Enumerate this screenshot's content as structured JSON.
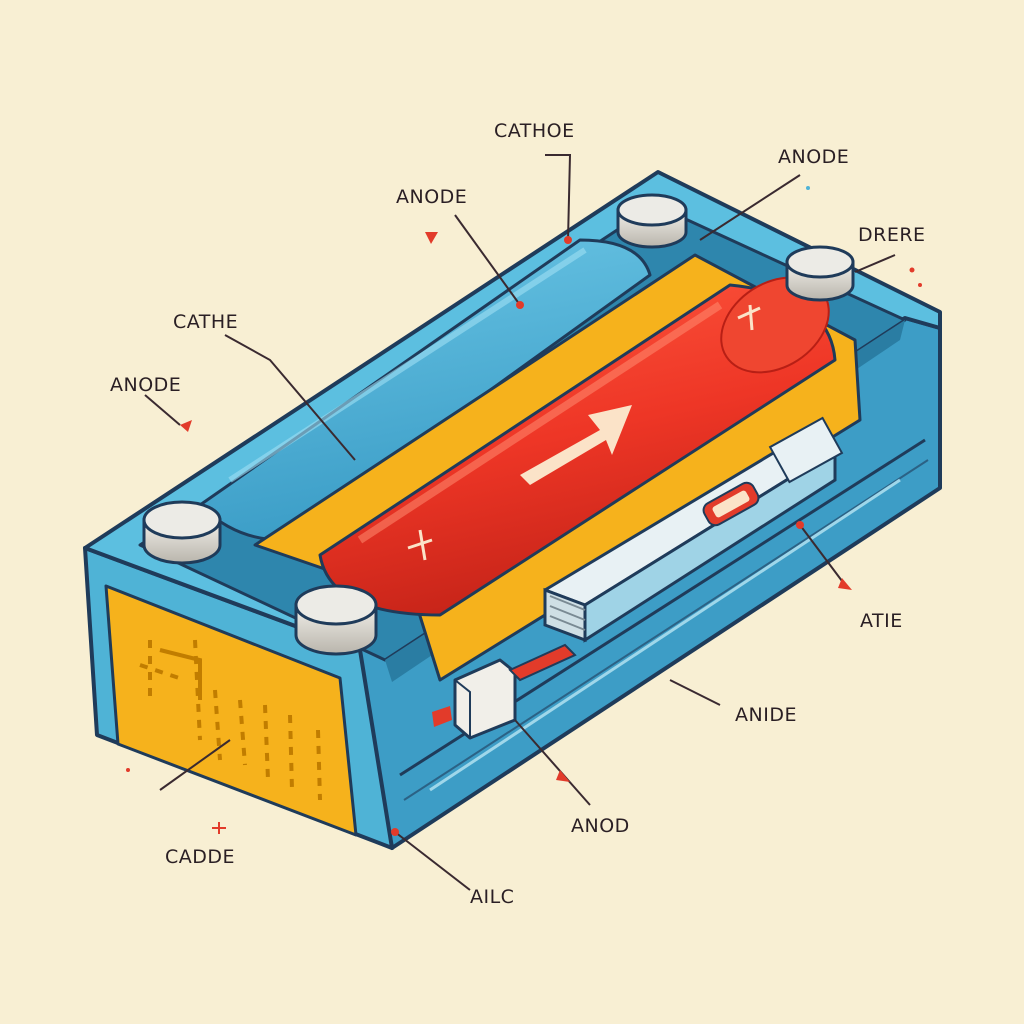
{
  "labels": {
    "cathoe_top": "CATHOE",
    "anode_top_right": "ANODE",
    "anode_top_left": "ANODE",
    "drere": "DRERE",
    "cathe": "CATHE",
    "anode_left": "ANODE",
    "atie": "ATIE",
    "anide": "ANIDE",
    "anod": "ANOD",
    "cadde": "CADDE",
    "ailc": "AILC"
  },
  "colors": {
    "background": "#f8efd3",
    "casing_blue": "#4fb3d6",
    "casing_blue_dark": "#2e86ad",
    "outline": "#1f3b5a",
    "cell_red": "#ee3626",
    "cell_red_dark": "#c42318",
    "cell_yellow": "#f6b21c",
    "terminal_silver": "#d9d6cf",
    "leader_line": "#3a2a30",
    "arrow_red": "#e23b2a"
  },
  "icons": {
    "cell_direction": "arrow-icon",
    "terminal": "terminal-post-icon"
  }
}
